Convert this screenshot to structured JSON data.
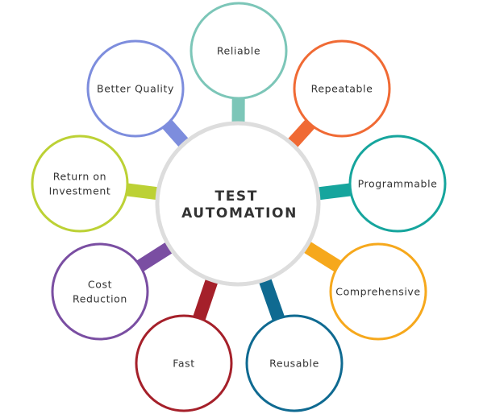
{
  "center": {
    "line1": "TEST",
    "line2": "AUTOMATION",
    "border_color": "#dddddd"
  },
  "nodes": [
    {
      "id": "reliable",
      "lines": [
        "Reliable"
      ],
      "color": "#7cc6b8"
    },
    {
      "id": "repeatable",
      "lines": [
        "Repeatable"
      ],
      "color": "#f06a34"
    },
    {
      "id": "programmable",
      "lines": [
        "Programmable"
      ],
      "color": "#16a59d"
    },
    {
      "id": "comprehensive",
      "lines": [
        "Comprehensive"
      ],
      "color": "#f6a81c"
    },
    {
      "id": "reusable",
      "lines": [
        "Reusable"
      ],
      "color": "#0f6a91"
    },
    {
      "id": "fast",
      "lines": [
        "Fast"
      ],
      "color": "#a5202a"
    },
    {
      "id": "cost-reduction",
      "lines": [
        "Cost",
        "Reduction"
      ],
      "color": "#7a4ea2"
    },
    {
      "id": "return-on-investment",
      "lines": [
        "Return on",
        "Investment"
      ],
      "color": "#bcd135"
    },
    {
      "id": "better-quality",
      "lines": [
        "Better Quality"
      ],
      "color": "#7d8ddd"
    }
  ]
}
